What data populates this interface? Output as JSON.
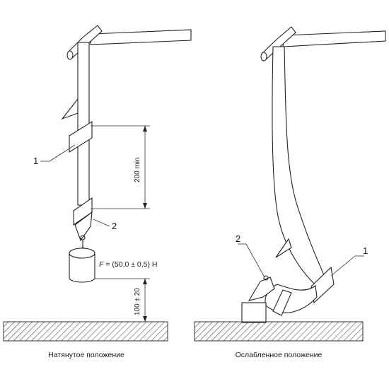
{
  "labels": {
    "marker_one": "1",
    "marker_two": "2",
    "dim_gap": "200 min",
    "dim_height": "100 ± 20",
    "force_prefix": "F",
    "force_value": " = (50,0 ± 0,5) H"
  },
  "captions": {
    "left": "Натянутое положение",
    "right": "Ослабленное положение"
  }
}
